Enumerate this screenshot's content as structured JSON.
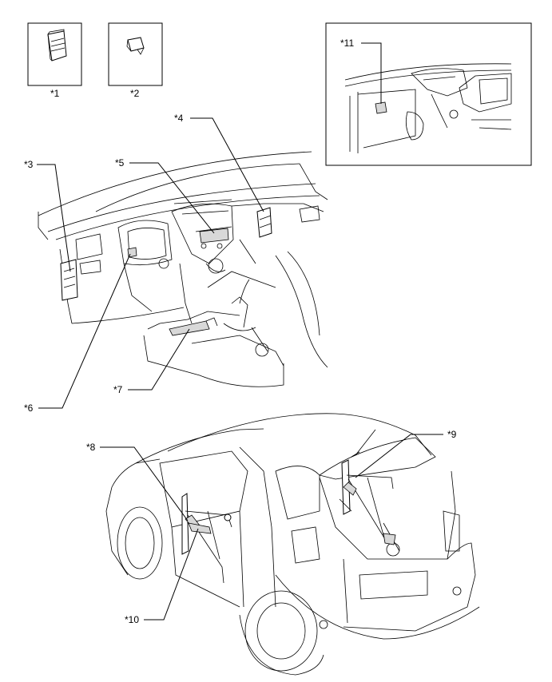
{
  "labels": {
    "c1": "*1",
    "c2": "*2",
    "c3": "*3",
    "c4": "*4",
    "c5": "*5",
    "c6": "*6",
    "c7": "*7",
    "c8": "*8",
    "c9": "*9",
    "c10": "*10",
    "c11": "*11"
  }
}
